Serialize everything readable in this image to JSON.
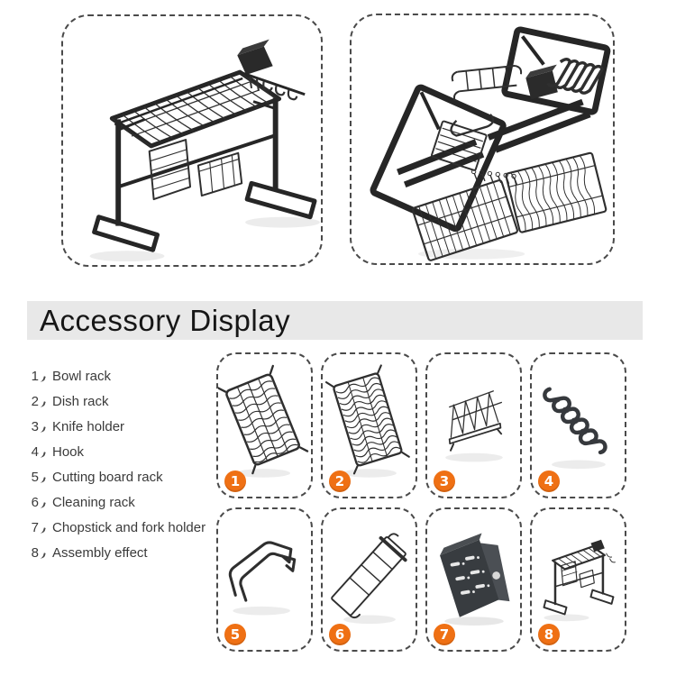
{
  "header": {
    "title": "Accessory Display",
    "background": "#e8e8e8"
  },
  "overview": {
    "assembled_image": "assembled-dish-rack-image",
    "parts_image": "disassembled-parts-image"
  },
  "accessories": {
    "badge_color": "#ef7014",
    "items": [
      {
        "num": "1",
        "prefix": "1、",
        "label": "Bowl rack",
        "icon": "bowl-rack-image"
      },
      {
        "num": "2",
        "prefix": "2、",
        "label": "Dish rack",
        "icon": "dish-rack-image"
      },
      {
        "num": "3",
        "prefix": "3、",
        "label": "Knife holder",
        "icon": "knife-holder-image"
      },
      {
        "num": "4",
        "prefix": "4、",
        "label": "Hook",
        "icon": "hook-image"
      },
      {
        "num": "5",
        "prefix": "5、",
        "label": "Cutting board rack",
        "icon": "cutting-board-rack-image"
      },
      {
        "num": "6",
        "prefix": "6、",
        "label": "Cleaning rack",
        "icon": "cleaning-rack-image"
      },
      {
        "num": "7",
        "prefix": "7、",
        "label": "Chopstick and fork holder",
        "icon": "chopstick-fork-holder-image"
      },
      {
        "num": "8",
        "prefix": "8、",
        "label": "Assembly effect",
        "icon": "assembly-effect-image"
      }
    ]
  }
}
